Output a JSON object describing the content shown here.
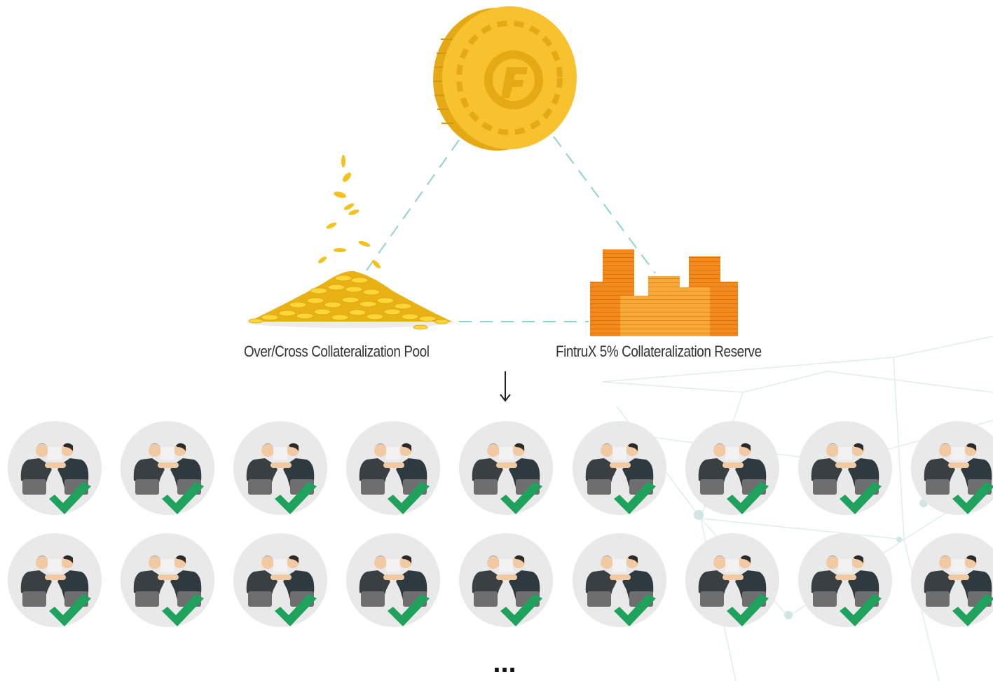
{
  "pool": {
    "label": "Over/Cross Collateralization Pool"
  },
  "reserve": {
    "label": "FintruX 5% Collateralization Reserve"
  },
  "continuation": {
    "text": "..."
  },
  "loans": {
    "rows": 2,
    "per_row": 9,
    "status": "approved"
  },
  "colors": {
    "coin": "#F8C22E",
    "coin_dark": "#E5A915",
    "reserve_orange": "#F28A1E",
    "dashed_line": "#8FD3CF",
    "check_green": "#1FA35C",
    "badge_gray": "#E9E9E9"
  },
  "icons": {
    "token": "fintrux-coin-icon",
    "pool": "coin-pile-icon",
    "reserve": "coin-stacks-icon",
    "loan": "handshake-deal-icon",
    "approved": "checkmark-icon"
  }
}
